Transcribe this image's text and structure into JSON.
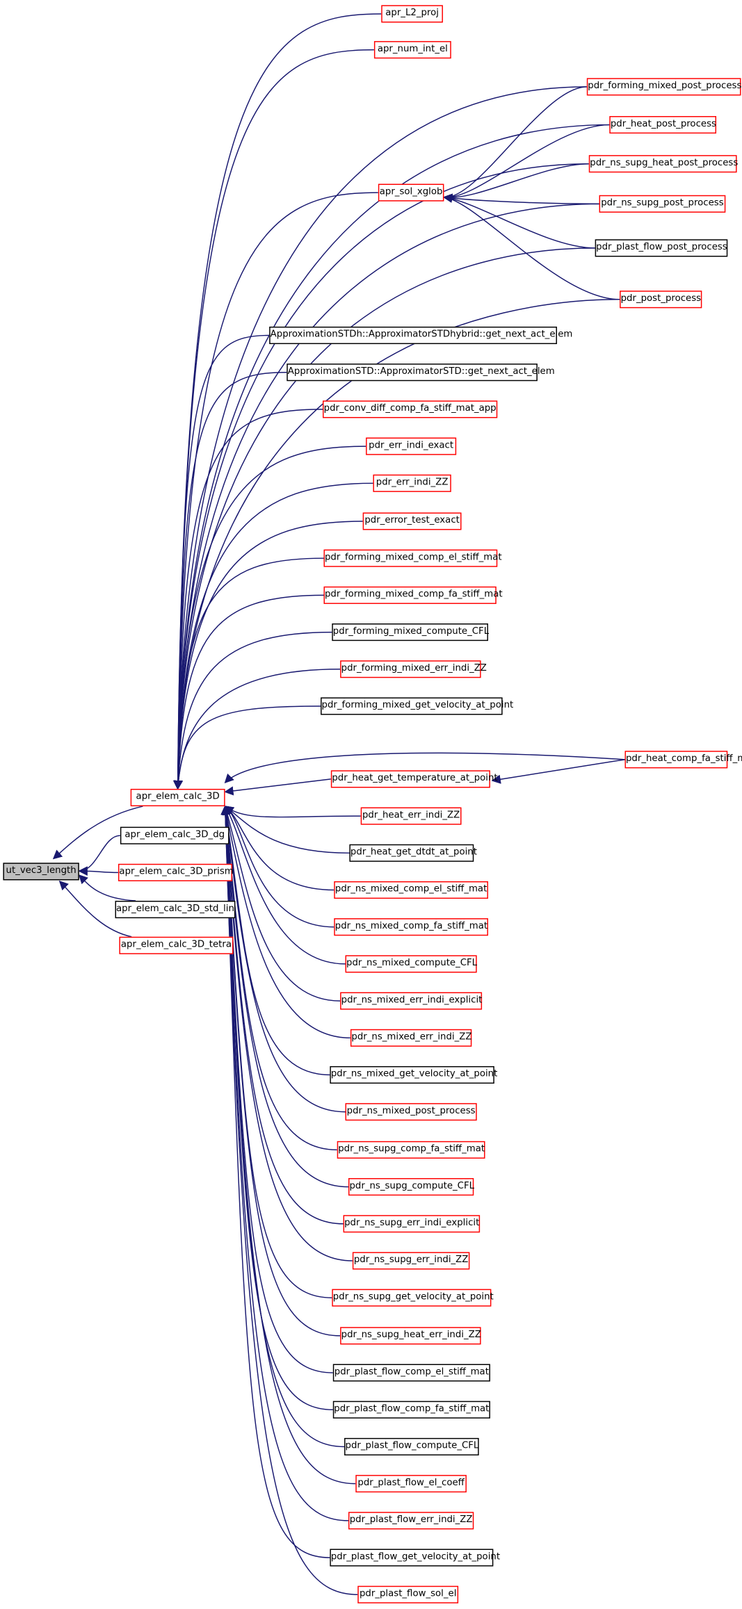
{
  "graph": {
    "colors": {
      "edge": "#191970",
      "link_border": "#ff0000",
      "nolink_border": "#000000",
      "root_fill": "#bfbfbf"
    },
    "nodes": [
      {
        "id": "n0",
        "label": "ut_vec3_length",
        "kind": "root"
      },
      {
        "id": "n1",
        "label": "apr_elem_calc_3D",
        "kind": "red"
      },
      {
        "id": "n2",
        "label": "apr_elem_calc_3D_dg",
        "kind": "black"
      },
      {
        "id": "n3",
        "label": "apr_elem_calc_3D_prism",
        "kind": "red"
      },
      {
        "id": "n4",
        "label": "apr_elem_calc_3D_std_lin",
        "kind": "black"
      },
      {
        "id": "n5",
        "label": "apr_elem_calc_3D_tetra",
        "kind": "red"
      },
      {
        "id": "n6",
        "label": "apr_L2_proj",
        "kind": "red"
      },
      {
        "id": "n7",
        "label": "apr_num_int_el",
        "kind": "red"
      },
      {
        "id": "n8",
        "label": "apr_sol_xglob",
        "kind": "red"
      },
      {
        "id": "n9",
        "label": "pdr_forming_mixed_post_process",
        "kind": "red"
      },
      {
        "id": "n10",
        "label": "pdr_heat_post_process",
        "kind": "red"
      },
      {
        "id": "n11",
        "label": "pdr_ns_supg_heat_post_process",
        "kind": "red"
      },
      {
        "id": "n12",
        "label": "pdr_ns_supg_post_process",
        "kind": "red"
      },
      {
        "id": "n13",
        "label": "pdr_plast_flow_post_process",
        "kind": "black"
      },
      {
        "id": "n14",
        "label": "pdr_post_process",
        "kind": "red"
      },
      {
        "id": "n15",
        "label": "ApproximationSTDh::ApproximatorSTDhybrid::get_next_act_elem",
        "kind": "black"
      },
      {
        "id": "n16",
        "label": "ApproximationSTD::ApproximatorSTD::get_next_act_elem",
        "kind": "black"
      },
      {
        "id": "n17",
        "label": "pdr_conv_diff_comp_fa_stiff_mat_app",
        "kind": "red"
      },
      {
        "id": "n18",
        "label": "pdr_err_indi_exact",
        "kind": "red"
      },
      {
        "id": "n19",
        "label": "pdr_err_indi_ZZ",
        "kind": "red"
      },
      {
        "id": "n20",
        "label": "pdr_error_test_exact",
        "kind": "red"
      },
      {
        "id": "n21",
        "label": "pdr_forming_mixed_comp_el_stiff_mat",
        "kind": "red"
      },
      {
        "id": "n22",
        "label": "pdr_forming_mixed_comp_fa_stiff_mat",
        "kind": "red"
      },
      {
        "id": "n23",
        "label": "pdr_forming_mixed_compute_CFL",
        "kind": "black"
      },
      {
        "id": "n24",
        "label": "pdr_forming_mixed_err_indi_ZZ",
        "kind": "red"
      },
      {
        "id": "n25",
        "label": "pdr_forming_mixed_get_velocity_at_point",
        "kind": "black"
      },
      {
        "id": "n26",
        "label": "pdr_heat_comp_fa_stiff_mat",
        "kind": "red"
      },
      {
        "id": "n27",
        "label": "pdr_heat_get_temperature_at_point",
        "kind": "red"
      },
      {
        "id": "n28",
        "label": "pdr_heat_err_indi_ZZ",
        "kind": "red"
      },
      {
        "id": "n29",
        "label": "pdr_heat_get_dtdt_at_point",
        "kind": "black"
      },
      {
        "id": "n30",
        "label": "pdr_ns_mixed_comp_el_stiff_mat",
        "kind": "red"
      },
      {
        "id": "n31",
        "label": "pdr_ns_mixed_comp_fa_stiff_mat",
        "kind": "red"
      },
      {
        "id": "n32",
        "label": "pdr_ns_mixed_compute_CFL",
        "kind": "red"
      },
      {
        "id": "n33",
        "label": "pdr_ns_mixed_err_indi_explicit",
        "kind": "red"
      },
      {
        "id": "n34",
        "label": "pdr_ns_mixed_err_indi_ZZ",
        "kind": "red"
      },
      {
        "id": "n35",
        "label": "pdr_ns_mixed_get_velocity_at_point",
        "kind": "black"
      },
      {
        "id": "n36",
        "label": "pdr_ns_mixed_post_process",
        "kind": "red"
      },
      {
        "id": "n37",
        "label": "pdr_ns_supg_comp_fa_stiff_mat",
        "kind": "red"
      },
      {
        "id": "n38",
        "label": "pdr_ns_supg_compute_CFL",
        "kind": "red"
      },
      {
        "id": "n39",
        "label": "pdr_ns_supg_err_indi_explicit",
        "kind": "red"
      },
      {
        "id": "n40",
        "label": "pdr_ns_supg_err_indi_ZZ",
        "kind": "red"
      },
      {
        "id": "n41",
        "label": "pdr_ns_supg_get_velocity_at_point",
        "kind": "red"
      },
      {
        "id": "n42",
        "label": "pdr_ns_supg_heat_err_indi_ZZ",
        "kind": "red"
      },
      {
        "id": "n43",
        "label": "pdr_plast_flow_comp_el_stiff_mat",
        "kind": "black"
      },
      {
        "id": "n44",
        "label": "pdr_plast_flow_comp_fa_stiff_mat",
        "kind": "black"
      },
      {
        "id": "n45",
        "label": "pdr_plast_flow_compute_CFL",
        "kind": "black"
      },
      {
        "id": "n46",
        "label": "pdr_plast_flow_el_coeff",
        "kind": "red"
      },
      {
        "id": "n47",
        "label": "pdr_plast_flow_err_indi_ZZ",
        "kind": "red"
      },
      {
        "id": "n48",
        "label": "pdr_plast_flow_get_velocity_at_point",
        "kind": "black"
      },
      {
        "id": "n49",
        "label": "pdr_plast_flow_sol_el",
        "kind": "red"
      }
    ],
    "edges": [
      [
        "n1",
        "n0"
      ],
      [
        "n2",
        "n0"
      ],
      [
        "n3",
        "n0"
      ],
      [
        "n4",
        "n0"
      ],
      [
        "n5",
        "n0"
      ],
      [
        "n6",
        "n1"
      ],
      [
        "n7",
        "n1"
      ],
      [
        "n8",
        "n1"
      ],
      [
        "n9",
        "n1"
      ],
      [
        "n10",
        "n1"
      ],
      [
        "n11",
        "n1"
      ],
      [
        "n12",
        "n1"
      ],
      [
        "n13",
        "n1"
      ],
      [
        "n14",
        "n1"
      ],
      [
        "n15",
        "n1"
      ],
      [
        "n16",
        "n1"
      ],
      [
        "n17",
        "n1"
      ],
      [
        "n18",
        "n1"
      ],
      [
        "n19",
        "n1"
      ],
      [
        "n20",
        "n1"
      ],
      [
        "n21",
        "n1"
      ],
      [
        "n22",
        "n1"
      ],
      [
        "n23",
        "n1"
      ],
      [
        "n24",
        "n1"
      ],
      [
        "n25",
        "n1"
      ],
      [
        "n26",
        "n1"
      ],
      [
        "n27",
        "n1"
      ],
      [
        "n28",
        "n1"
      ],
      [
        "n29",
        "n1"
      ],
      [
        "n30",
        "n1"
      ],
      [
        "n31",
        "n1"
      ],
      [
        "n32",
        "n1"
      ],
      [
        "n33",
        "n1"
      ],
      [
        "n34",
        "n1"
      ],
      [
        "n35",
        "n1"
      ],
      [
        "n36",
        "n1"
      ],
      [
        "n37",
        "n1"
      ],
      [
        "n38",
        "n1"
      ],
      [
        "n39",
        "n1"
      ],
      [
        "n40",
        "n1"
      ],
      [
        "n41",
        "n1"
      ],
      [
        "n42",
        "n1"
      ],
      [
        "n43",
        "n1"
      ],
      [
        "n44",
        "n1"
      ],
      [
        "n45",
        "n1"
      ],
      [
        "n46",
        "n1"
      ],
      [
        "n47",
        "n1"
      ],
      [
        "n48",
        "n1"
      ],
      [
        "n49",
        "n1"
      ],
      [
        "n9",
        "n8"
      ],
      [
        "n10",
        "n8"
      ],
      [
        "n11",
        "n8"
      ],
      [
        "n12",
        "n8"
      ],
      [
        "n13",
        "n8"
      ],
      [
        "n14",
        "n8"
      ],
      [
        "n26",
        "n27"
      ]
    ]
  }
}
